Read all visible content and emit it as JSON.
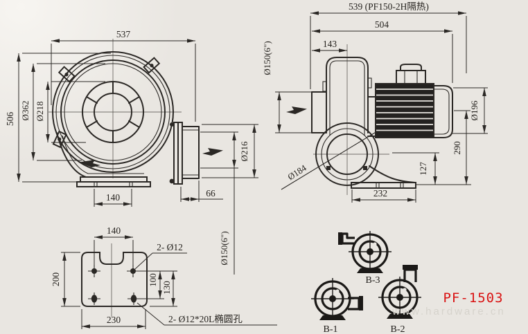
{
  "model": "PF-1503",
  "watermark": "www.hardware.cn",
  "colors": {
    "background": "#e9e6e1",
    "line": "#2b2825",
    "model_red": "#d91212",
    "watermark": "#d6d3cc"
  },
  "front_view": {
    "d537": "537",
    "d506": "506",
    "d362": "Ø362",
    "d218": "Ø218",
    "d216": "Ø216",
    "d150": "Ø150(6\")",
    "d140": "140",
    "d66": "66"
  },
  "side_view": {
    "d539": "539 (PF150-2H隔热)",
    "d504": "504",
    "d143": "143",
    "d150": "Ø150(6\")",
    "d196": "Ø196",
    "d290": "290",
    "d127": "127",
    "d184": "Ø184",
    "d232": "232"
  },
  "base_view": {
    "d140": "140",
    "d200": "200",
    "d100": "100",
    "d130": "130",
    "d230": "230",
    "round_holes_label": "2- Ø12",
    "oval_holes_label": "2- Ø12*20L椭圆孔",
    "d150": "Ø150(6\")"
  },
  "orientation_views": {
    "b1": "B-1",
    "b2": "B-2",
    "b3": "B-3"
  }
}
